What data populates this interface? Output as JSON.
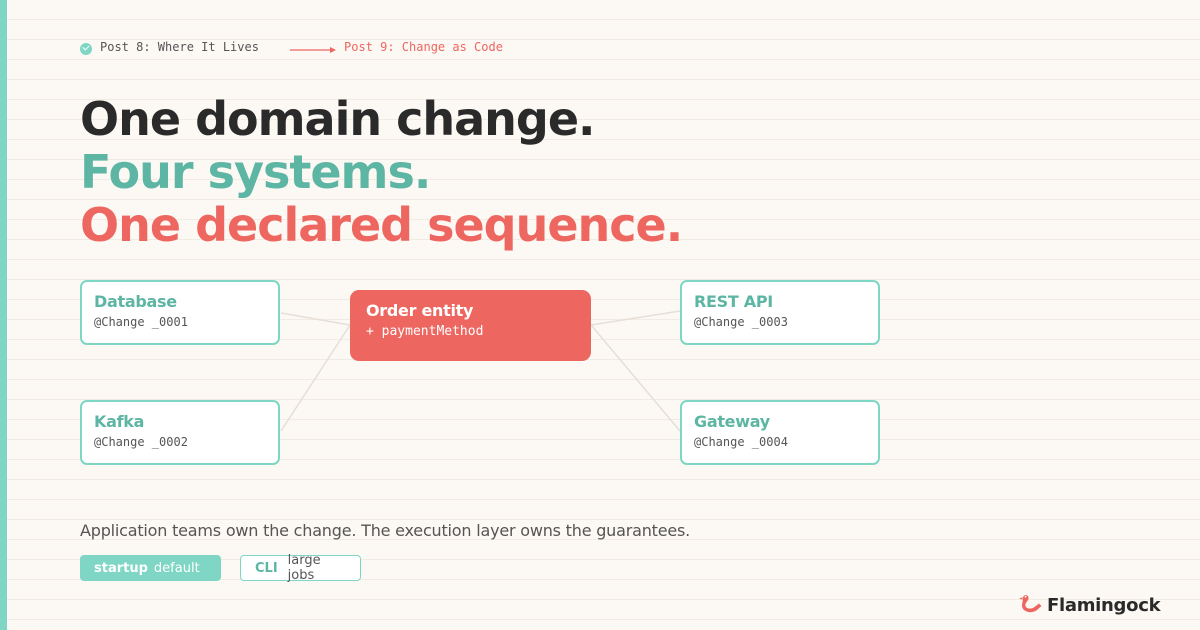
{
  "breadcrumb": {
    "done_label": "Post 8: Where It Lives",
    "next_label": "Post 9: Change as Code"
  },
  "headline": {
    "line1": "One domain change.",
    "line2": "Four systems.",
    "line3": "One declared sequence."
  },
  "diagram": {
    "center": {
      "title": "Order entity",
      "subtitle": "+ paymentMethod"
    },
    "nodes": [
      {
        "title": "Database",
        "change": "@Change _0001"
      },
      {
        "title": "Kafka",
        "change": "@Change _0002"
      },
      {
        "title": "REST API",
        "change": "@Change _0003"
      },
      {
        "title": "Gateway",
        "change": "@Change _0004"
      }
    ]
  },
  "tagline": "Application teams own the change. The execution layer owns the guarantees.",
  "chips": [
    {
      "key": "startup",
      "value": "default"
    },
    {
      "key": "CLI",
      "value": "large jobs"
    }
  ],
  "brand": {
    "name": "Flamingock",
    "icon": "flamingo-logo-icon"
  },
  "colors": {
    "teal": "#7fd6c4",
    "teal_text": "#5db5a3",
    "coral": "#ee6660",
    "ink": "#2a2a2a",
    "paper": "#fcf8f4"
  }
}
